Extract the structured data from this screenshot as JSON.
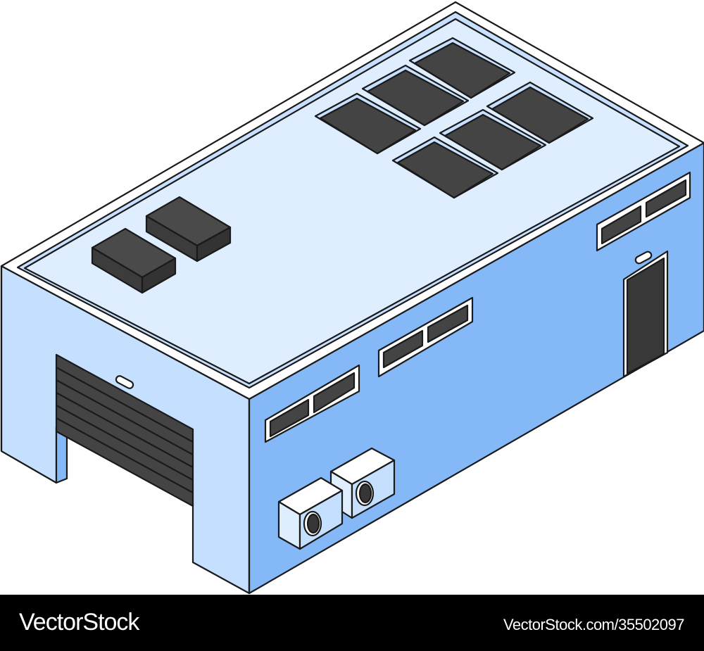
{
  "illustration": {
    "subject": "Isometric warehouse building",
    "colors": {
      "outline": "#1a1a1a",
      "roof": "#dfeeff",
      "roof_rim": "#ffffff",
      "roof_inner_shadow": "#c7e0ff",
      "left_wall": "#c5e0ff",
      "right_wall": "#84b8f7",
      "dark_panel": "#444444",
      "dark_panel_side": "#363636",
      "door": "#383838",
      "ac_unit_face": "#dfeeff",
      "ac_unit_side": "#c5e0ff",
      "ac_unit_top": "#ffffff"
    },
    "elements": {
      "skylights_count": 6,
      "roof_vents_count": 2,
      "side_windows_count": 3,
      "ac_units_count": 2,
      "garage_door_slats": 6,
      "doors_count": 1
    }
  },
  "banner": {
    "brand": "VectorStock",
    "stock_id": "VectorStock.com/35502097",
    "background": "#000000",
    "text_color": "#ffffff"
  }
}
